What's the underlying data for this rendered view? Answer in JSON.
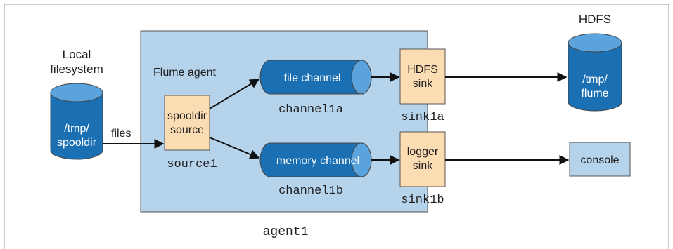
{
  "agent": {
    "title": "Flume agent",
    "name": "agent1"
  },
  "local_fs": {
    "title_line1": "Local",
    "title_line2": "filesystem",
    "path_line1": "/tmp/",
    "path_line2": "spooldir"
  },
  "files_label": "files",
  "source": {
    "line1": "spooldir",
    "line2": "source",
    "name": "source1"
  },
  "channel_a": {
    "label": "file channel",
    "name": "channel1a"
  },
  "channel_b": {
    "label": "memory channel",
    "name": "channel1b"
  },
  "sink_a": {
    "line1": "HDFS",
    "line2": "sink",
    "name": "sink1a"
  },
  "sink_b": {
    "line1": "logger",
    "line2": "sink",
    "name": "sink1b"
  },
  "hdfs": {
    "title": "HDFS",
    "path_line1": "/tmp/",
    "path_line2": "flume"
  },
  "console": {
    "label": "console"
  },
  "colors": {
    "agent_fill": "#b6d3ec",
    "component_fill": "#fcdcb3",
    "cylinder_fill": "#1b6fb3",
    "cylinder_light": "#5aa3dc",
    "console_fill": "#b6d3ec"
  }
}
